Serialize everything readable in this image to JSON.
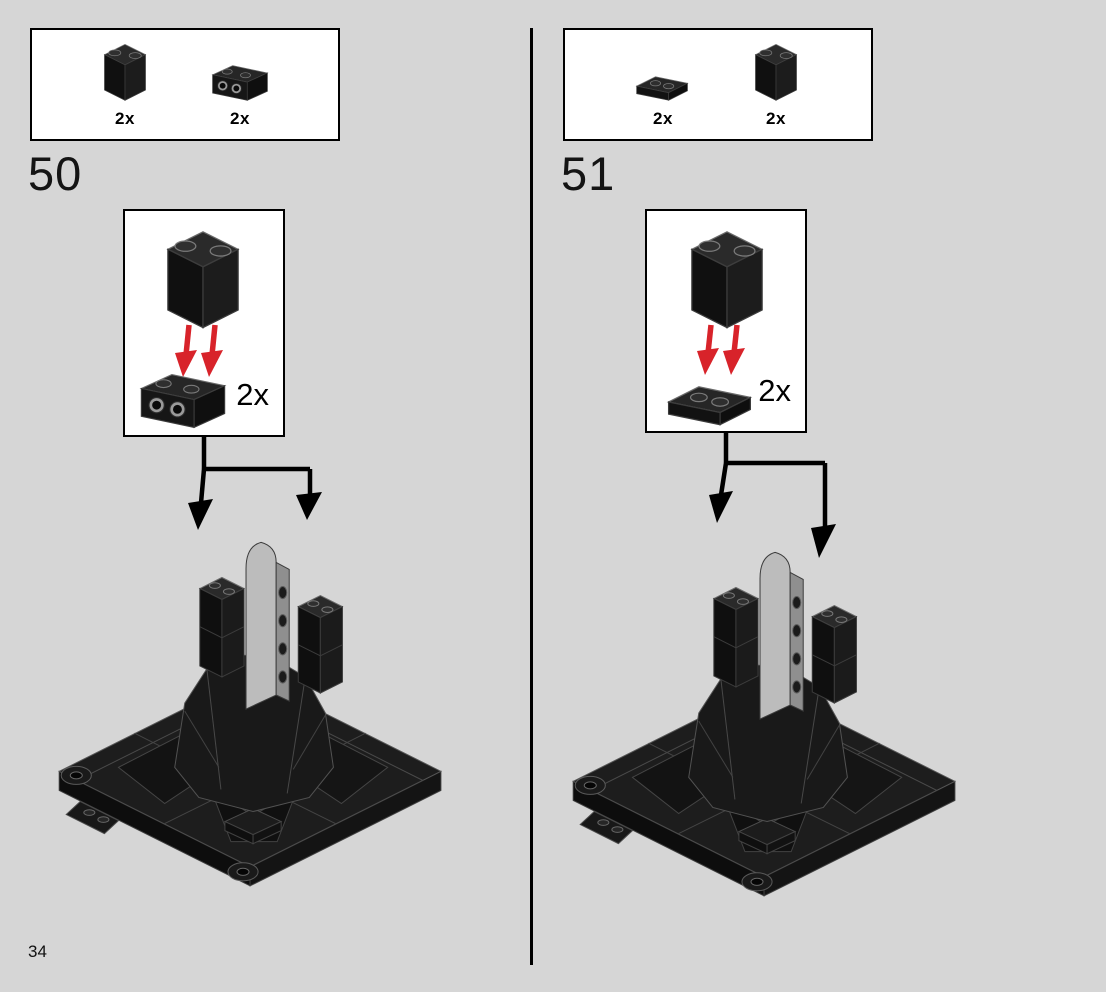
{
  "page": {
    "number": "34"
  },
  "colors": {
    "background": "#d6d6d6",
    "box_background": "#ffffff",
    "outline": "#000000",
    "brick_black": "#1a1a1a",
    "panel_gray": "#bcbcbc",
    "arrow_red": "#d8232a"
  },
  "steps": [
    {
      "number": "50",
      "parts_box": {
        "parts": [
          {
            "icon": "brick-1x2x2-black",
            "count": "2x"
          },
          {
            "icon": "brick-1x2-technic-black",
            "count": "2x"
          }
        ]
      },
      "inset": {
        "top_icon": "brick-1x2x2-black",
        "bottom_icon": "brick-1x2-technic-black",
        "count": "2x"
      }
    },
    {
      "number": "51",
      "parts_box": {
        "parts": [
          {
            "icon": "plate-1x2-black",
            "count": "2x"
          },
          {
            "icon": "brick-1x2x2-black",
            "count": "2x"
          }
        ]
      },
      "inset": {
        "top_icon": "brick-1x2x2-black",
        "bottom_icon": "plate-1x2-black",
        "count": "2x"
      }
    }
  ]
}
